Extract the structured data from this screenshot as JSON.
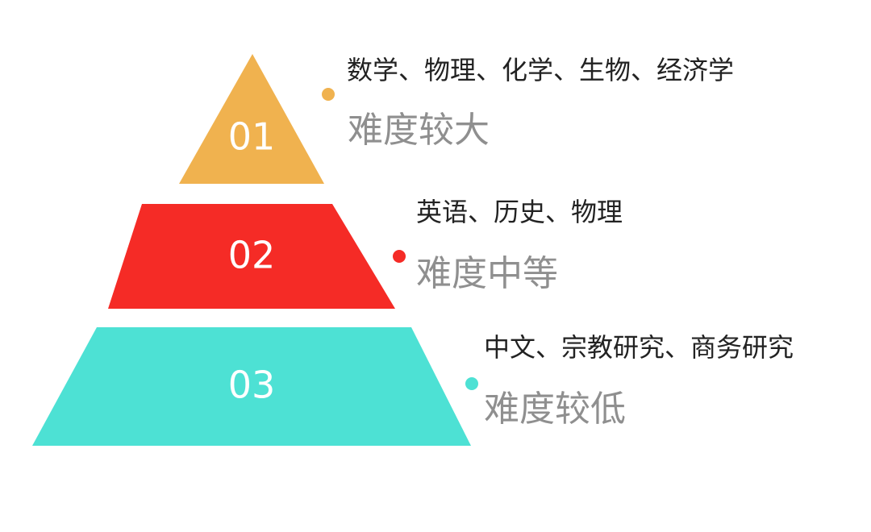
{
  "tiers": [
    {
      "number": "01",
      "subjects": "数学、物理、化学、生物、经济学",
      "difficulty": "难度较大",
      "color": "#f0b24f"
    },
    {
      "number": "02",
      "subjects": "英语、历史、物理",
      "difficulty": "难度中等",
      "color": "#f52b26"
    },
    {
      "number": "03",
      "subjects": "中文、宗教研究、商务研究",
      "difficulty": "难度较低",
      "color": "#4de1d4"
    }
  ]
}
